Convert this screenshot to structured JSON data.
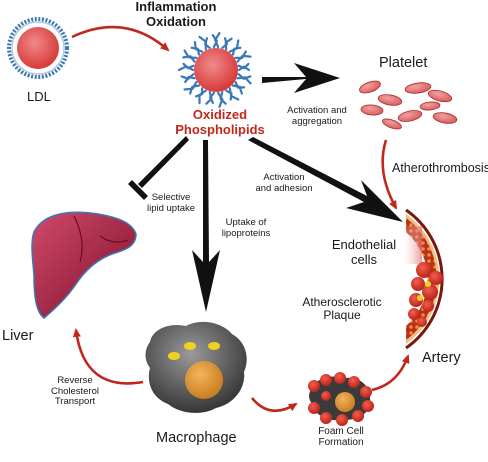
{
  "diagram": {
    "nodes": {
      "ldl": "LDL",
      "process_top": [
        "Inflammation",
        "Oxidation"
      ],
      "oxidized": [
        "Oxidized",
        "Phospholipids"
      ],
      "platelet": "Platelet",
      "liver": "Liver",
      "macrophage": "Macrophage",
      "foam_cell": [
        "Foam Cell",
        "Formation"
      ],
      "endothelial": [
        "Endothelial",
        "cells"
      ],
      "plaque": [
        "Atherosclerotic",
        "Plaque"
      ],
      "artery": "Artery"
    },
    "edges": {
      "activation_aggregation": [
        "Activation and",
        "aggregation"
      ],
      "atherothrombosis": "Atherothrombosis",
      "activation_adhesion": [
        "Activation",
        "and adhesion"
      ],
      "selective_uptake": [
        "Selective",
        "lipid uptake"
      ],
      "uptake_lipoproteins": [
        "Uptake of",
        "lipoproteins"
      ],
      "reverse_transport": [
        "Reverse",
        "Cholesterol",
        "Transport"
      ]
    },
    "colors": {
      "arrow_red": "#c0281c",
      "arrow_black": "#111111",
      "particle": "#e45a5a",
      "phospholipid": "#3a78b8",
      "liver": "#b0203e",
      "platelet": "#e06a6a",
      "macrophage": "#4a4a4a",
      "lipid_droplet": "#f0d020"
    }
  }
}
